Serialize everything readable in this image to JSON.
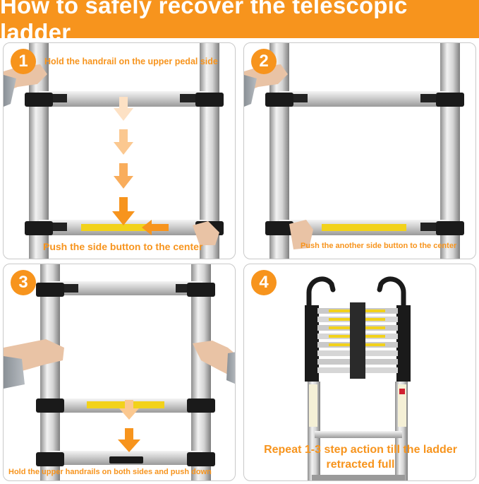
{
  "title": "How to safely recover the telescopic ladder",
  "colors": {
    "accent": "#f7941d",
    "rail": "#c8c8c8",
    "clamp": "#1a1a1a",
    "label": "#f2d21b",
    "panel_border": "#c9c9c9"
  },
  "steps": [
    {
      "number": "1",
      "caption_top": "Hold the handrail on the upper pedal side",
      "caption_bottom": "Push the side button to the center"
    },
    {
      "number": "2",
      "caption_bottom": "Push the another side button to the center"
    },
    {
      "number": "3",
      "caption_bottom": "Hold the upper handrails on both sides and push down"
    },
    {
      "number": "4",
      "caption_bottom": "Repeat 1-3 step action till the ladder retracted full"
    }
  ]
}
